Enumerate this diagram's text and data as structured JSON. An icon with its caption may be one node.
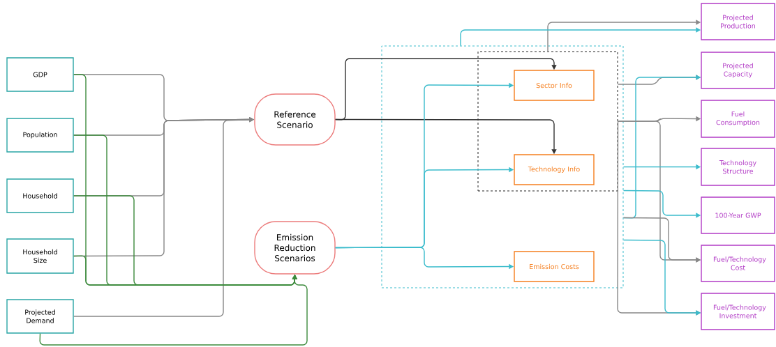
{
  "diagram": {
    "nodes": [
      {
        "text": [
          "GDP"
        ]
      },
      {
        "text": [
          "Population"
        ]
      },
      {
        "text": [
          "Household"
        ]
      },
      {
        "text": [
          "Household Size"
        ]
      },
      {
        "text": [
          "Projected Demand"
        ]
      },
      {
        "text": [
          "Reference Scenario"
        ]
      },
      {
        "text": [
          "Emission Reduction Scenarios"
        ]
      },
      {
        "text": [],
        "shape": "box"
      },
      {
        "text": [],
        "shape": "box",
        "in": 7
      },
      {
        "text": [
          "Sector Info"
        ],
        "in": 8
      },
      {
        "text": [
          "Technology Info"
        ],
        "in": 8
      },
      {
        "text": [
          "Emission Costs"
        ],
        "in": 7
      },
      {
        "text": [
          "Projected Production"
        ]
      },
      {
        "text": [
          "Projected Capacity"
        ]
      },
      {
        "text": [
          "Fuel Consumption"
        ]
      },
      {
        "text": [
          "Technology Structure"
        ]
      },
      {
        "text": [
          "100-Year GWP"
        ]
      },
      {
        "text": [
          "Fuel/Technology Cost"
        ]
      },
      {
        "text": [
          "Fuel/Technology Investment"
        ]
      }
    ],
    "edges": [
      {
        "from": 0,
        "to": 5,
        "arrow": "to"
      },
      {
        "from": 1,
        "to": 5,
        "arrow": "to"
      },
      {
        "from": 2,
        "to": 5,
        "arrow": "to"
      },
      {
        "from": 3,
        "to": 5,
        "arrow": "to"
      },
      {
        "from": 4,
        "to": 5,
        "arrow": "to"
      },
      {
        "from": 0,
        "to": 6,
        "arrow": "to",
        "color": "#3c8a3c"
      },
      {
        "from": 1,
        "to": 6,
        "arrow": "to",
        "color": "#3c8a3c"
      },
      {
        "from": 2,
        "to": 6,
        "arrow": "to",
        "color": "#3c8a3c"
      },
      {
        "from": 3,
        "to": 6,
        "arrow": "to",
        "color": "#3c8a3c"
      },
      {
        "from": 4,
        "to": 6,
        "arrow": "to",
        "color": "#3c8a3c"
      },
      {
        "from": 5,
        "to": 9,
        "arrow": "to",
        "color": "#333333"
      },
      {
        "from": 5,
        "to": 10,
        "arrow": "to",
        "color": "#333333"
      },
      {
        "from": 6,
        "to": 9,
        "arrow": "to",
        "color": "#3bbccc"
      },
      {
        "from": 6,
        "to": 10,
        "arrow": "to",
        "color": "#3bbccc"
      },
      {
        "from": 6,
        "to": 11,
        "arrow": "to",
        "color": "#3bbccc"
      },
      {
        "from": 8,
        "to": 12,
        "arrow": "to"
      },
      {
        "from": 7,
        "to": 12,
        "arrow": "to",
        "color": "#3bbccc"
      },
      {
        "from": 8,
        "to": 13,
        "arrow": "to"
      },
      {
        "from": 7,
        "to": 13,
        "arrow": "to",
        "color": "#3bbccc"
      },
      {
        "from": 8,
        "to": 14,
        "arrow": "to"
      },
      {
        "from": 8,
        "to": 17,
        "arrow": "to"
      },
      {
        "from": 8,
        "to": 18,
        "arrow": "to"
      },
      {
        "from": 7,
        "to": 15,
        "arrow": "to",
        "color": "#3bbccc"
      },
      {
        "from": 7,
        "to": 16,
        "arrow": "to",
        "color": "#3bbccc"
      },
      {
        "from": 7,
        "to": 17,
        "arrow": "to"
      },
      {
        "from": 7,
        "to": 18,
        "arrow": "to",
        "color": "#3bbccc"
      }
    ]
  }
}
